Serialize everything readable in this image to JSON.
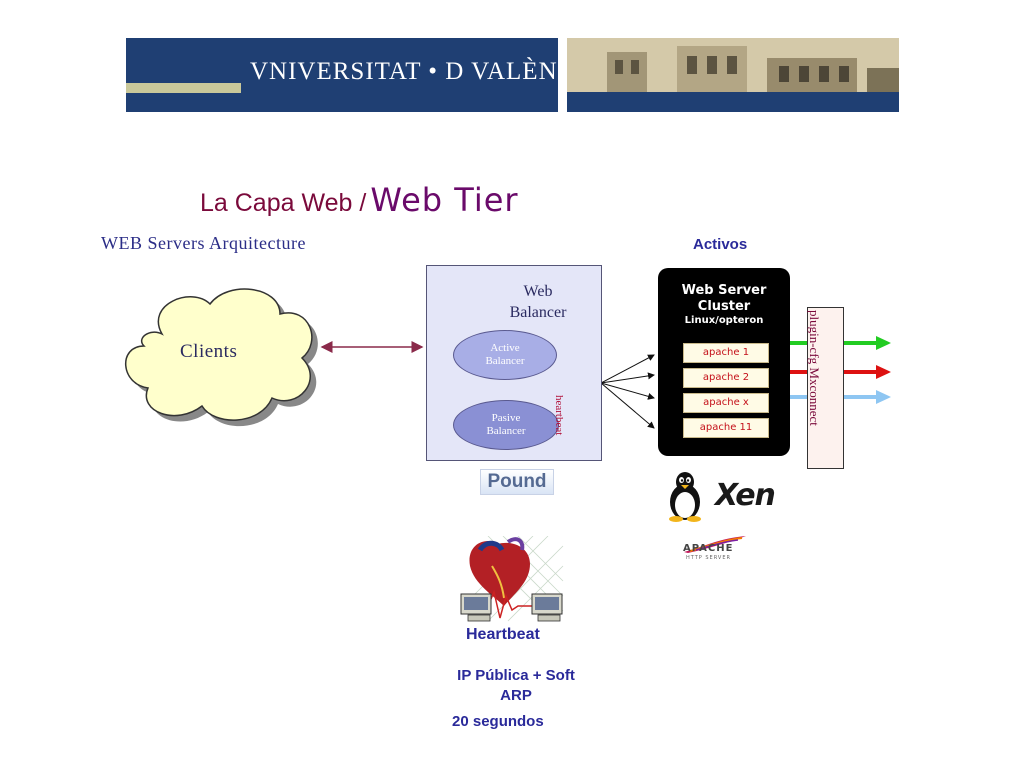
{
  "header": {
    "university_name": "VNIVERSITAT • D VALÈNCIA"
  },
  "title": {
    "spanish": "La Capa Web /",
    "english": "Web Tier"
  },
  "subtitle": "WEB Servers Arquitecture",
  "clients": {
    "label": "Clients"
  },
  "balancer": {
    "title_line1": "Web",
    "title_line2": "Balancer",
    "active_line1": "Active",
    "active_line2": "Balancer",
    "pasive_line1": "Pasive",
    "pasive_line2": "Balancer",
    "heartbeat_vertical": "heartbeat",
    "logo": "Pound"
  },
  "cluster": {
    "activos_label": "Activos",
    "title_line1": "Web Server",
    "title_line2": "Cluster",
    "subtitle": "Linux/opteron",
    "servers": [
      "apache 1",
      "apache 2",
      "apache x",
      "apache 11"
    ],
    "plugin_label": "plugin-cfg Mxconnect"
  },
  "logos": {
    "xen": "Xen",
    "apache": "APACHE",
    "apache_sub": "HTTP SERVER"
  },
  "heartbeat_panel": {
    "caption": "Heartbeat",
    "ip_line1": "IP Pública + Soft",
    "ip_line2": "ARP",
    "interval": "20 segundos"
  },
  "colors": {
    "arrow_green": "#22cc22",
    "arrow_red": "#dd1111",
    "arrow_blue": "#8ec6f2",
    "arrow_link": "#8a2a4a",
    "title": "#7a0a3b",
    "caption": "#2a2a9a"
  }
}
